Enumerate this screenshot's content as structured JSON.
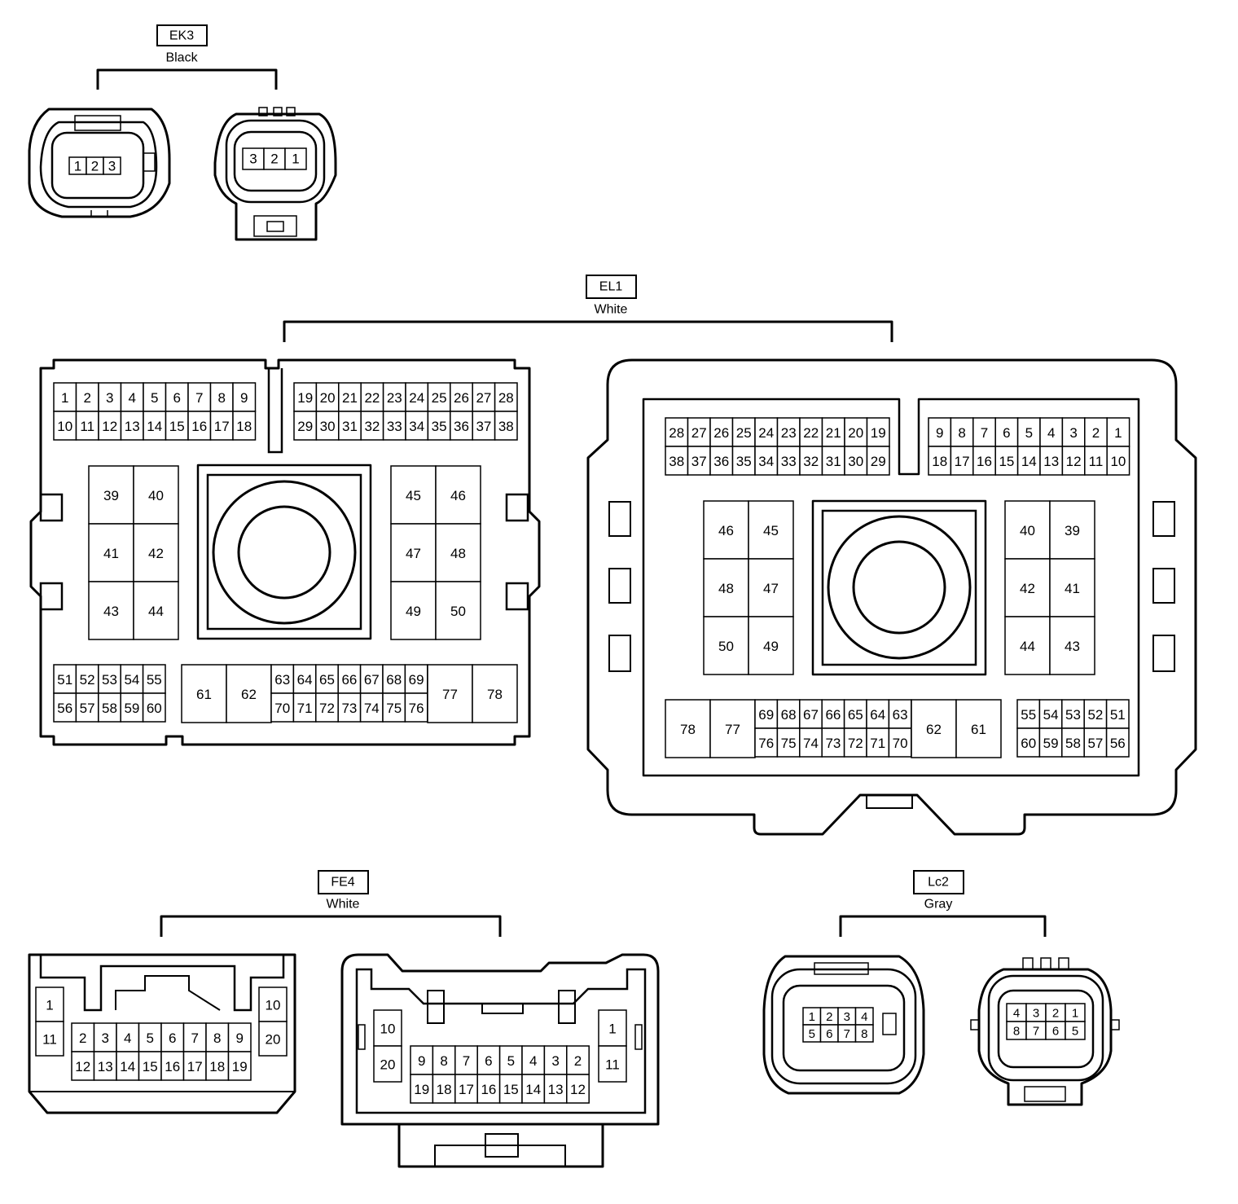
{
  "connectors": [
    {
      "id": "EK3",
      "color": "Black"
    },
    {
      "id": "EL1",
      "color": "White"
    },
    {
      "id": "FE4",
      "color": "White"
    },
    {
      "id": "Lc2",
      "color": "Gray"
    }
  ],
  "pins": {
    "ek3_left": [
      "1",
      "2",
      "3"
    ],
    "ek3_right": [
      "3",
      "2",
      "1"
    ],
    "el1_left": {
      "top_a_row1": [
        "1",
        "2",
        "3",
        "4",
        "5",
        "6",
        "7",
        "8",
        "9"
      ],
      "top_a_row2": [
        "10",
        "11",
        "12",
        "13",
        "14",
        "15",
        "16",
        "17",
        "18"
      ],
      "top_b_row1": [
        "19",
        "20",
        "21",
        "22",
        "23",
        "24",
        "25",
        "26",
        "27",
        "28"
      ],
      "top_b_row2": [
        "29",
        "30",
        "31",
        "32",
        "33",
        "34",
        "35",
        "36",
        "37",
        "38"
      ],
      "block_left": [
        "39",
        "40",
        "41",
        "42",
        "43",
        "44"
      ],
      "block_right": [
        "45",
        "46",
        "47",
        "48",
        "49",
        "50"
      ],
      "bottom_a_row1": [
        "51",
        "52",
        "53",
        "54",
        "55"
      ],
      "bottom_a_row2": [
        "56",
        "57",
        "58",
        "59",
        "60"
      ],
      "bottom_big_left": [
        "61",
        "62"
      ],
      "bottom_mid_row1": [
        "63",
        "64",
        "65",
        "66",
        "67",
        "68",
        "69"
      ],
      "bottom_mid_row2": [
        "70",
        "71",
        "72",
        "73",
        "74",
        "75",
        "76"
      ],
      "bottom_big_right": [
        "77",
        "78"
      ]
    },
    "el1_right": {
      "top_a_row1": [
        "28",
        "27",
        "26",
        "25",
        "24",
        "23",
        "22",
        "21",
        "20",
        "19"
      ],
      "top_a_row2": [
        "38",
        "37",
        "36",
        "35",
        "34",
        "33",
        "32",
        "31",
        "30",
        "29"
      ],
      "top_b_row1": [
        "9",
        "8",
        "7",
        "6",
        "5",
        "4",
        "3",
        "2",
        "1"
      ],
      "top_b_row2": [
        "18",
        "17",
        "16",
        "15",
        "14",
        "13",
        "12",
        "11",
        "10"
      ],
      "block_left": [
        "46",
        "45",
        "48",
        "47",
        "50",
        "49"
      ],
      "block_right": [
        "40",
        "39",
        "42",
        "41",
        "44",
        "43"
      ],
      "bottom_big_left": [
        "78",
        "77"
      ],
      "bottom_mid_row1": [
        "69",
        "68",
        "67",
        "66",
        "65",
        "64",
        "63"
      ],
      "bottom_mid_row2": [
        "76",
        "75",
        "74",
        "73",
        "72",
        "71",
        "70"
      ],
      "bottom_big_right": [
        "62",
        "61"
      ],
      "bottom_b_row1": [
        "55",
        "54",
        "53",
        "52",
        "51"
      ],
      "bottom_b_row2": [
        "60",
        "59",
        "58",
        "57",
        "56"
      ]
    },
    "fe4_left": {
      "side_left": [
        "1",
        "11"
      ],
      "row1": [
        "2",
        "3",
        "4",
        "5",
        "6",
        "7",
        "8",
        "9"
      ],
      "row2": [
        "12",
        "13",
        "14",
        "15",
        "16",
        "17",
        "18",
        "19"
      ],
      "side_right": [
        "10",
        "20"
      ]
    },
    "fe4_right": {
      "side_left": [
        "10",
        "20"
      ],
      "row1": [
        "9",
        "8",
        "7",
        "6",
        "5",
        "4",
        "3",
        "2"
      ],
      "row2": [
        "19",
        "18",
        "17",
        "16",
        "15",
        "14",
        "13",
        "12"
      ],
      "side_right": [
        "1",
        "11"
      ]
    },
    "lc2_left": {
      "row1": [
        "1",
        "2",
        "3",
        "4"
      ],
      "row2": [
        "5",
        "6",
        "7",
        "8"
      ]
    },
    "lc2_right": {
      "row1": [
        "4",
        "3",
        "2",
        "1"
      ],
      "row2": [
        "8",
        "7",
        "6",
        "5"
      ]
    }
  }
}
